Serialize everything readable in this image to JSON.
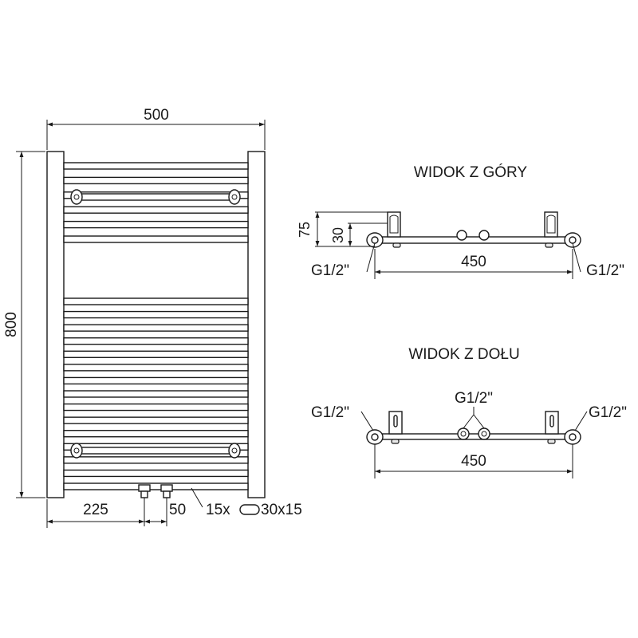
{
  "front_view": {
    "width_label": "500",
    "height_label": "800",
    "left_offset_label": "225",
    "pipe_spacing_label": "50",
    "pipe_spec_prefix": "15x",
    "pipe_spec_suffix": "30x15",
    "upper_rail_count": 6,
    "lower_rail_count": 15
  },
  "top_view": {
    "title": "WIDOK Z GÓRY",
    "depth_outer_label": "75",
    "depth_inner_label": "30",
    "left_connection_label": "G1/2\"",
    "right_connection_label": "G1/2\"",
    "spacing_label": "450"
  },
  "bottom_view": {
    "title": "WIDOK Z DOŁU",
    "left_connection_label": "G1/2\"",
    "center_connection_label": "G1/2\"",
    "right_connection_label": "G1/2\"",
    "spacing_label": "450"
  }
}
